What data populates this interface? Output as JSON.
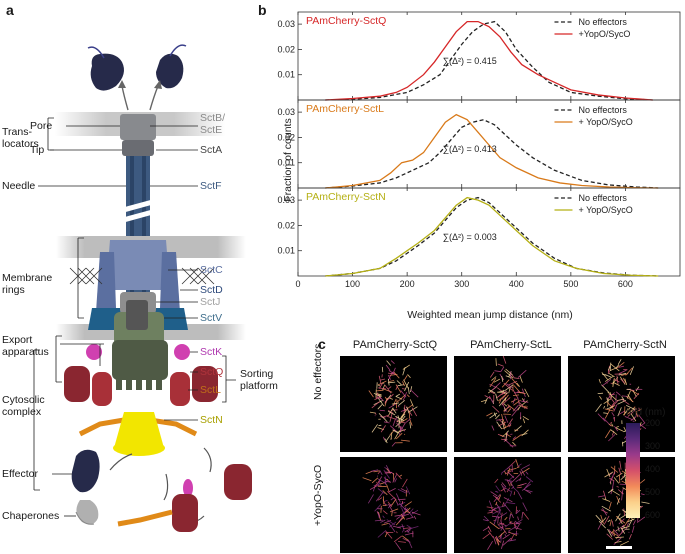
{
  "panels": {
    "a": "a",
    "b": "b",
    "c": "c"
  },
  "panel_a": {
    "left_labels": {
      "translocators": [
        "Trans-",
        "locators"
      ],
      "pore": "Pore",
      "tip": "Tip",
      "needle": "Needle",
      "membrane_rings": [
        "Membrane",
        "rings"
      ],
      "export_apparatus": [
        "Export",
        "apparatus"
      ],
      "cytosolic_complex": [
        "Cytosolic",
        "complex"
      ],
      "effector": "Effector",
      "chaperones": "Chaperones"
    },
    "proteins": {
      "sctb_e": [
        "SctB/",
        "SctE"
      ],
      "scta": "SctA",
      "sctf": "SctF",
      "sctc": "SctC",
      "sctd": "SctD",
      "sctj": "SctJ",
      "sctv": "SctV",
      "sctk": "SctK",
      "sctq": "SctQ",
      "sctl": "SctL",
      "sctn": "SctN"
    },
    "sorting_platform": [
      "Sorting",
      "platform"
    ],
    "colors": {
      "sctb_e": "#8a8a8a",
      "scta": "#444444",
      "sctf": "#3d5a80",
      "sctc": "#5b6fa0",
      "sctd": "#2f4b7c",
      "sctj": "#a0a0a0",
      "sctv": "#3f6e8c",
      "sctk": "#b03ab0",
      "sctq": "#b0343c",
      "sctl": "#c0701a",
      "sctn": "#a8a000"
    }
  },
  "chart_data": {
    "type": "line",
    "xlabel": "Weighted mean jump distance (nm)",
    "ylabel": "Fraction of counts",
    "xlim": [
      0,
      700
    ],
    "xticks": [
      0,
      100,
      200,
      300,
      400,
      500,
      600
    ],
    "ylim": [
      0,
      0.034
    ],
    "yticks": [
      0.01,
      0.02,
      0.03
    ],
    "subplots": [
      {
        "title": "PAmCherry-SctQ",
        "title_color": "#d62728",
        "annotation": "∑(Δ²) = 0.415",
        "legend": [
          "No effectors",
          "+YopO/SycO"
        ],
        "series": [
          {
            "name": "No effectors",
            "style": "dashed",
            "color": "#222222",
            "x": [
              50,
              100,
              150,
              200,
              230,
              260,
              280,
              300,
              320,
              340,
              360,
              380,
              400,
              430,
              460,
              500,
              550,
              600,
              650
            ],
            "y": [
              0.0,
              0.0003,
              0.001,
              0.003,
              0.006,
              0.01,
              0.016,
              0.022,
              0.027,
              0.03,
              0.031,
              0.027,
              0.02,
              0.013,
              0.007,
              0.003,
              0.0015,
              0.0005,
              0.0
            ]
          },
          {
            "name": "+YopO/SycO",
            "style": "solid",
            "color": "#d62728",
            "x": [
              50,
              100,
              150,
              180,
              200,
              230,
              250,
              270,
              290,
              310,
              330,
              350,
              370,
              390,
              410,
              440,
              470,
              500,
              550,
              600,
              650
            ],
            "y": [
              0.0,
              0.0006,
              0.0015,
              0.003,
              0.005,
              0.01,
              0.015,
              0.021,
              0.027,
              0.031,
              0.031,
              0.029,
              0.025,
              0.019,
              0.014,
              0.01,
              0.007,
              0.004,
              0.002,
              0.0008,
              0.0
            ]
          }
        ]
      },
      {
        "title": "PAmCherry-SctL",
        "title_color": "#d97a1a",
        "annotation": "∑(Δ²) = 0.413",
        "legend": [
          "No effectors",
          "+ YopO/SycO"
        ],
        "series": [
          {
            "name": "No effectors",
            "style": "dashed",
            "color": "#222222",
            "x": [
              50,
              100,
              150,
              180,
              200,
              220,
              240,
              260,
              280,
              300,
              320,
              340,
              360,
              380,
              400,
              430,
              470,
              520,
              570,
              620,
              660
            ],
            "y": [
              0.0,
              0.0008,
              0.002,
              0.004,
              0.006,
              0.008,
              0.01,
              0.014,
              0.019,
              0.024,
              0.026,
              0.027,
              0.025,
              0.021,
              0.017,
              0.012,
              0.007,
              0.003,
              0.0012,
              0.0004,
              0.0
            ]
          },
          {
            "name": "+ YopO/SycO",
            "style": "solid",
            "color": "#d97a1a",
            "x": [
              50,
              100,
              150,
              170,
              190,
              210,
              230,
              250,
              270,
              290,
              310,
              330,
              350,
              370,
              400,
              440,
              480,
              520,
              570,
              620,
              660
            ],
            "y": [
              0.0,
              0.001,
              0.003,
              0.006,
              0.01,
              0.011,
              0.014,
              0.02,
              0.026,
              0.029,
              0.027,
              0.022,
              0.017,
              0.012,
              0.008,
              0.004,
              0.002,
              0.001,
              0.0004,
              0.0001,
              0.0
            ]
          }
        ]
      },
      {
        "title": "PAmCherry-SctN",
        "title_color": "#b5b015",
        "annotation": "∑(Δ²) = 0.003",
        "legend": [
          "No effectors",
          "+ YopO/SycO"
        ],
        "series": [
          {
            "name": "No effectors",
            "style": "dashed",
            "color": "#222222",
            "x": [
              50,
              100,
              150,
              180,
              200,
              220,
              250,
              270,
              290,
              310,
              330,
              350,
              370,
              400,
              430,
              470,
              510,
              560,
              610,
              660
            ],
            "y": [
              0.0,
              0.001,
              0.003,
              0.006,
              0.009,
              0.012,
              0.017,
              0.022,
              0.027,
              0.03,
              0.031,
              0.029,
              0.025,
              0.019,
              0.013,
              0.007,
              0.003,
              0.0012,
              0.0003,
              0.0
            ]
          },
          {
            "name": "+ YopO/SycO",
            "style": "solid",
            "color": "#b5b015",
            "x": [
              50,
              100,
              150,
              180,
              200,
              220,
              250,
              270,
              290,
              310,
              330,
              350,
              370,
              400,
              430,
              470,
              510,
              560,
              610,
              660
            ],
            "y": [
              0.0,
              0.001,
              0.003,
              0.007,
              0.01,
              0.013,
              0.018,
              0.023,
              0.028,
              0.031,
              0.03,
              0.028,
              0.024,
              0.018,
              0.012,
              0.006,
              0.003,
              0.001,
              0.0003,
              0.0
            ]
          }
        ]
      }
    ]
  },
  "panel_c": {
    "columns": [
      {
        "label": "PAmCherry-SctQ",
        "color": "#d62728"
      },
      {
        "label": "PAmCherry-SctL",
        "color": "#d97a1a"
      },
      {
        "label": "PAmCherry-SctN",
        "color": "#b5b015"
      }
    ],
    "rows": [
      "No effectors",
      "+YopO-SycO"
    ],
    "colorbar": {
      "label": "mjd (nm)",
      "ticks": [
        "200",
        "300",
        "400",
        "500",
        "600"
      ],
      "stops": [
        "#2b1b5a",
        "#5a2a7a",
        "#9a3a8a",
        "#d4506a",
        "#f28a5a",
        "#fbd08a",
        "#fdf0b8"
      ]
    }
  }
}
